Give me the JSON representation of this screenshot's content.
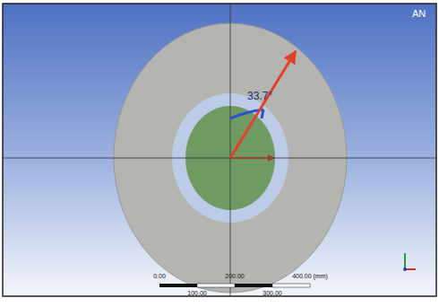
{
  "diagram": {
    "labels": [
      "AN",
      "33.7°",
      "0.00",
      "200.00",
      "400.00 (mm)",
      "100.00",
      "300.00"
    ]
  }
}
